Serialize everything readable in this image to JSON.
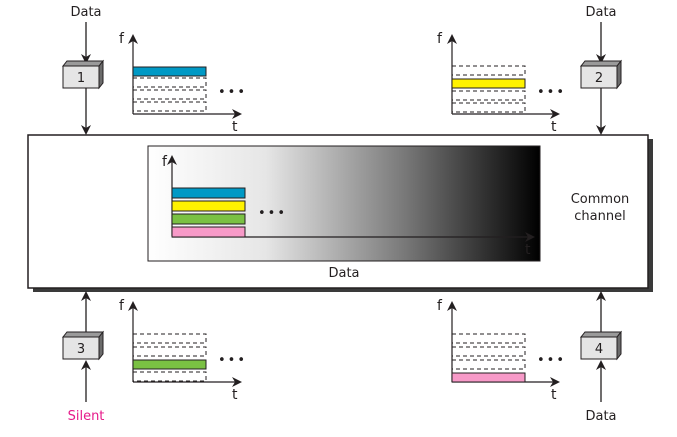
{
  "diagram": {
    "channel_label_line1": "Common",
    "channel_label_line2": "channel",
    "channel_data_label": "Data",
    "axis_f": "f",
    "axis_t": "t",
    "ellipsis": "•••",
    "colors": {
      "station1": "#0099c5",
      "station2": "#fff200",
      "station3": "#7ac143",
      "station4": "#f79ac8",
      "silent_text": "#e6198a"
    },
    "stations": [
      {
        "id": "1",
        "label": "1",
        "io_label": "Data",
        "direction": "to-channel",
        "band_index": 3
      },
      {
        "id": "2",
        "label": "2",
        "io_label": "Data",
        "direction": "to-channel",
        "band_index": 2
      },
      {
        "id": "3",
        "label": "3",
        "io_label": "Silent",
        "direction": "from-channel",
        "band_index": 1
      },
      {
        "id": "4",
        "label": "4",
        "io_label": "Data",
        "direction": "from-channel",
        "band_index": 0
      }
    ],
    "band_count": 4
  }
}
